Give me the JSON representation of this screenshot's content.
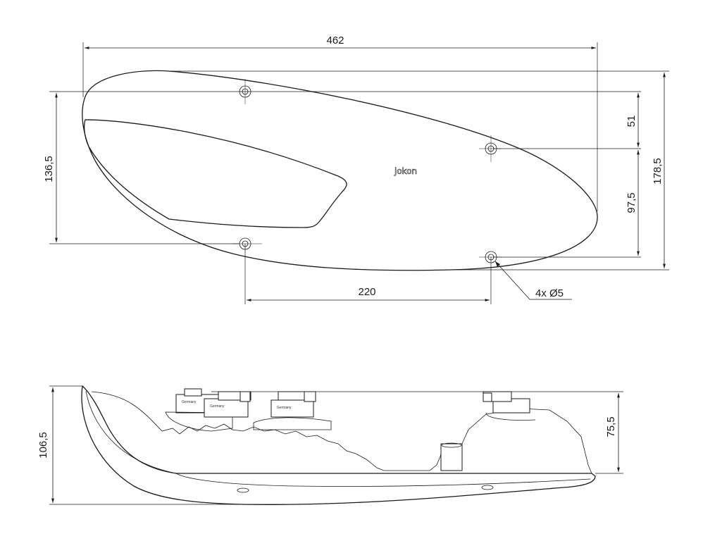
{
  "dimensions": {
    "overall_length": "462",
    "overall_height_top": "178,5",
    "hole_span_vertical": "136,5",
    "offset_upper": "51",
    "offset_lower": "97,5",
    "hole_spacing": "220",
    "holes_note": "4x Ø5",
    "side_height": "106,5",
    "side_height_partial": "75,5"
  },
  "logo": {
    "text": "jokon"
  },
  "parts": {
    "connector_label": "Germany",
    "bulb_label": "Germany"
  }
}
